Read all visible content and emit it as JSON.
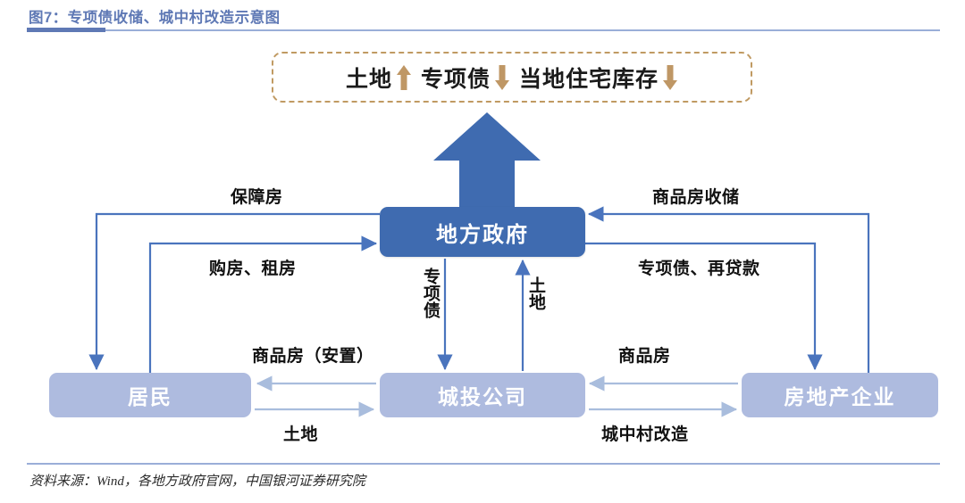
{
  "header": {
    "title": "图7：专项债收储、城中村改造示意图"
  },
  "footer": {
    "source": "资料来源：Wind，各地方政府官网，中国银河证券研究院"
  },
  "summary_box": {
    "segments": [
      {
        "text": "土地",
        "arrow": "up-arrow-icon"
      },
      {
        "text": "专项债",
        "arrow": "down-arrow-icon"
      },
      {
        "text": "当地住宅库存",
        "arrow": "down-arrow-icon"
      }
    ]
  },
  "nodes": {
    "government": "地方政府",
    "residents": "居民",
    "city_investment": "城投公司",
    "developers": "房地产企业"
  },
  "edges": {
    "gov_to_residents": "保障房",
    "residents_to_gov": "购房、租房",
    "developers_to_gov": "商品房收储",
    "gov_to_developers": "专项债、再贷款",
    "gov_to_city_down": "专项债",
    "city_to_gov_up": "土地",
    "city_to_residents": "商品房（安置）",
    "residents_to_city": "土地",
    "developers_to_city": "商品房",
    "city_to_developers": "城中村改造"
  },
  "colors": {
    "title": "#5f79b5",
    "rule": "#9aaed8",
    "gov_box": "#3f6bb0",
    "light_box": "#aebbdf",
    "dashed_border": "#c09a62",
    "tan_arrow": "#bf9765",
    "wire_dark": "#4a74bd",
    "wire_light": "#a9bddd",
    "big_arrow": "#3f6bb0"
  }
}
